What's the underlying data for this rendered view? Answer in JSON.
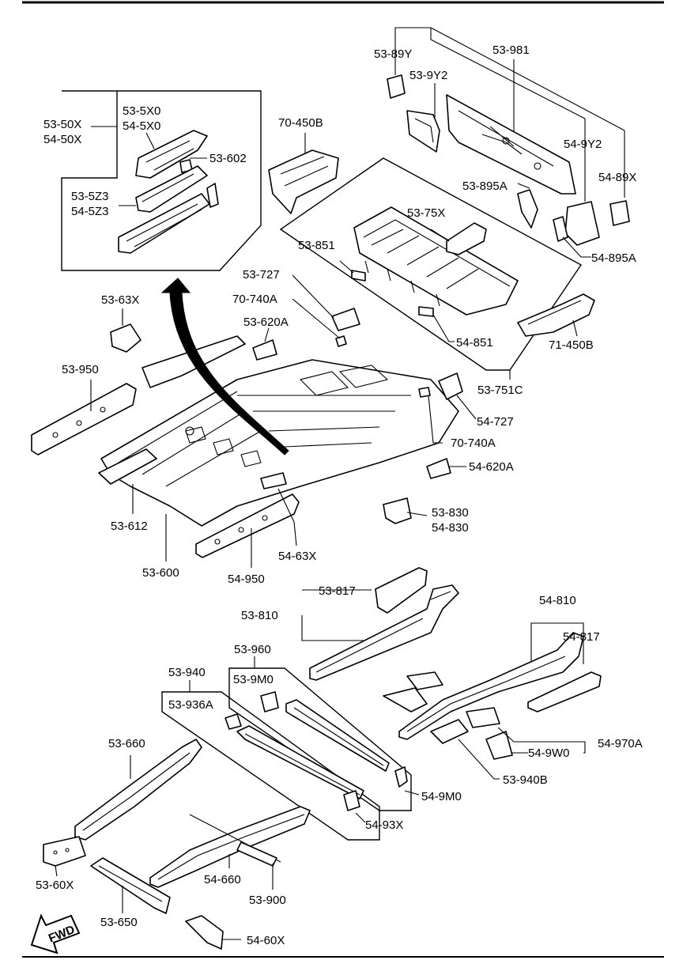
{
  "labels": {
    "p53_89Y": "53-89Y",
    "p53_9Y2": "53-9Y2",
    "p53_981": "53-981",
    "p54_9Y2": "54-9Y2",
    "p54_89X": "54-89X",
    "p53_895A": "53-895A",
    "p54_895A": "54-895A",
    "p53_50X": "53-50X",
    "p54_50X": "54-50X",
    "p53_5X0": "53-5X0",
    "p54_5X0": "54-5X0",
    "p53_602": "53-602",
    "p53_5Z3": "53-5Z3",
    "p54_5Z3": "54-5Z3",
    "p70_450B": "70-450B",
    "p53_75X": "53-75X",
    "p53_851": "53-851",
    "p53_727": "53-727",
    "p70_740A_top": "70-740A",
    "p53_620A": "53-620A",
    "p54_851": "54-851",
    "p71_450B": "71-450B",
    "p53_63X": "53-63X",
    "p53_950": "53-950",
    "p53_751C": "53-751C",
    "p54_727": "54-727",
    "p70_740A_bot": "70-740A",
    "p54_620A": "54-620A",
    "p53_830": "53-830",
    "p54_830": "54-830",
    "p53_612": "53-612",
    "p53_600": "53-600",
    "p54_950": "54-950",
    "p54_63X": "54-63X",
    "p53_817": "53-817",
    "p53_810": "53-810",
    "p54_810": "54-810",
    "p54_817": "54-817",
    "p53_960": "53-960",
    "p53_9M0": "53-9M0",
    "p53_940": "53-940",
    "p53_936A": "53-936A",
    "p54_970A": "54-970A",
    "p54_9W0": "54-9W0",
    "p53_660": "53-660",
    "p54_9M0": "54-9M0",
    "p53_940B": "53-940B",
    "p54_93X": "54-93X",
    "p53_60X": "53-60X",
    "p54_660": "54-660",
    "p53_900": "53-900",
    "p53_650": "53-650",
    "p54_60X": "54-60X",
    "fwd": "FWD"
  }
}
